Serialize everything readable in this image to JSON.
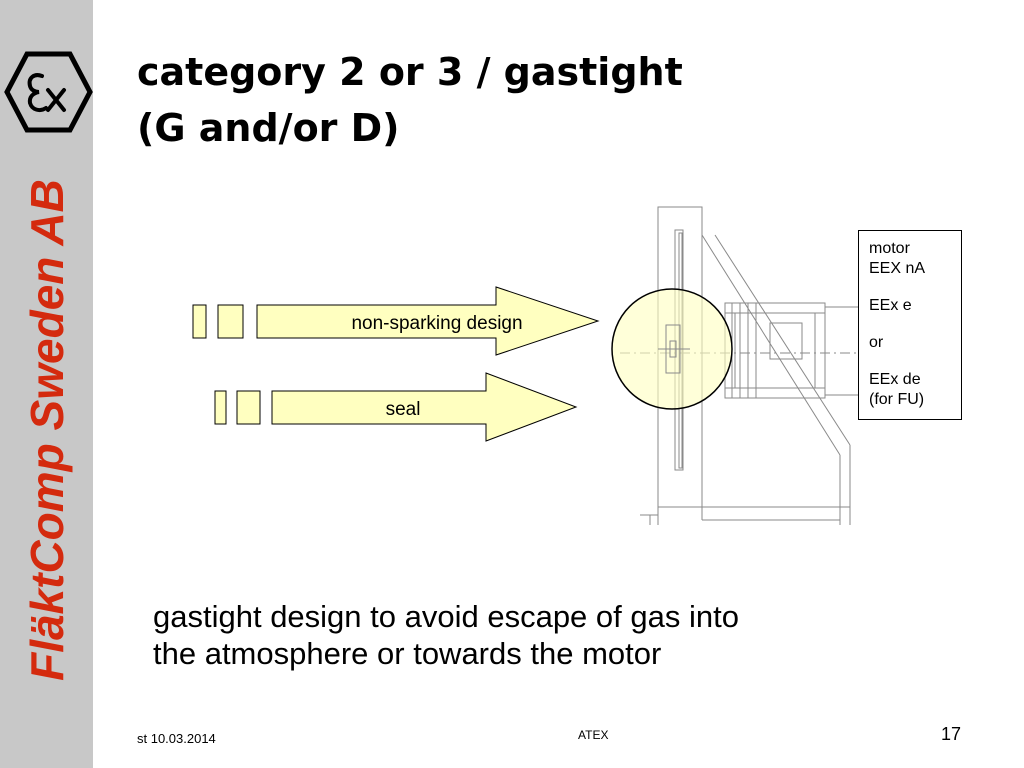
{
  "sidebar": {
    "logo_icon": "ex-hexagon-icon",
    "brand": "FläktComp Sweden AB",
    "brand_color": "#d42a0e"
  },
  "title": {
    "line1": "category 2 or 3 / gastight",
    "line2": "(G and/or D)"
  },
  "diagram": {
    "arrows": [
      {
        "label": "non-sparking design"
      },
      {
        "label": "seal"
      }
    ],
    "highlight_color": "#ffffc0",
    "motor_box": {
      "line1": "motor",
      "line2": "EEX nA",
      "line3": "EEx e",
      "line4": "or",
      "line5": "EEx de",
      "line6": "(for FU)"
    }
  },
  "caption": {
    "line1": "gastight design to avoid escape of gas into",
    "line2": "the atmosphere or towards the motor"
  },
  "footer": {
    "date": "st 10.03.2014",
    "center": "ATEX",
    "page": "17"
  }
}
